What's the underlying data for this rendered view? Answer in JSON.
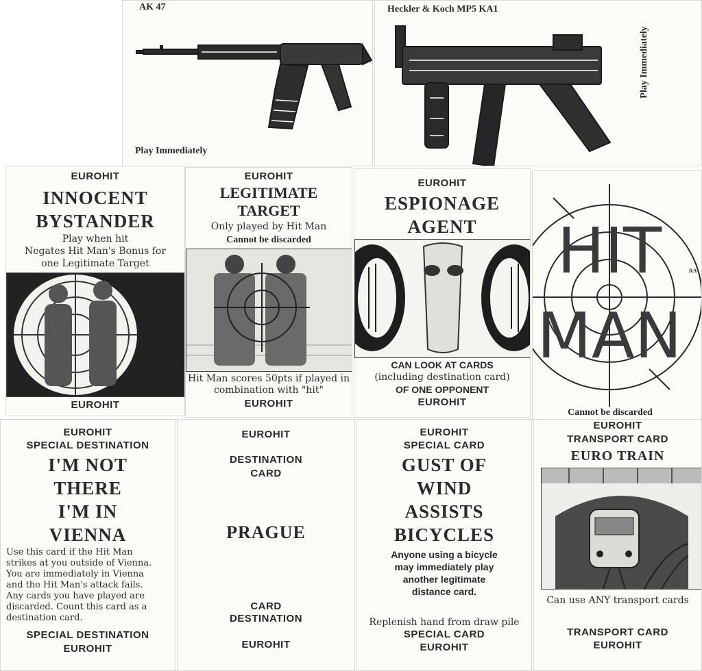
{
  "cards": {
    "ak47": {
      "name": "AK 47",
      "action": "Play Immediately",
      "image_icon": "rifle-icon"
    },
    "mp5": {
      "name": "Heckler & Koch  MP5 KA1",
      "action": "Play Immediately",
      "image_icon": "submachine-gun-icon"
    },
    "innocent": {
      "brand_top": "EUROHIT",
      "title_1": "INNOCENT",
      "title_2": "BYSTANDER",
      "desc_1": "Play when hit",
      "desc_2": "Negates Hit Man's Bonus for",
      "desc_3": "one Legitimate Target",
      "brand_bottom": "EUROHIT"
    },
    "legit": {
      "brand_top": "EUROHIT",
      "title_1": "LEGITIMATE",
      "title_2": "TARGET",
      "desc_1": "Only played by Hit Man",
      "desc_2": "Cannot be discarded",
      "foot_1": "Hit Man scores 50pts if played in",
      "foot_2": "combination with \"hit\"",
      "brand_bottom": "EUROHIT"
    },
    "espionage": {
      "brand_top": "EUROHIT",
      "title_1": "ESPIONAGE",
      "title_2": "AGENT",
      "foot_1": "CAN LOOK AT CARDS",
      "foot_2": "(including destination card)",
      "foot_3": "OF ONE OPPONENT",
      "brand_bottom": "EUROHIT"
    },
    "hitman": {
      "title_1": "HIT",
      "title_2": "MAN",
      "foot": "Cannot be discarded",
      "initials": "RA"
    },
    "vienna": {
      "brand_top": "EUROHIT",
      "subtitle": "SPECIAL DESTINATION",
      "title_1": "I'M NOT",
      "title_2": "THERE",
      "title_3": "I'M IN",
      "title_4": "VIENNA",
      "body_1": "Use this card if the Hit Man",
      "body_2": "strikes at you outside of Vienna.",
      "body_3": "You are immediately in Vienna",
      "body_4": "and the Hit Man's attack fails.",
      "body_5": "Any cards you have played are",
      "body_6": "discarded. Count this card as a",
      "body_7": "destination card.",
      "foot_1": "SPECIAL DESTINATION",
      "foot_2": "EUROHIT"
    },
    "prague": {
      "brand_top": "EUROHIT",
      "label_1": "DESTINATION",
      "label_2": "CARD",
      "city": "PRAGUE",
      "label_3": "CARD",
      "label_4": "DESTINATION",
      "brand_bottom": "EUROHIT"
    },
    "wind": {
      "brand_top": "EUROHIT",
      "subtitle": "SPECIAL CARD",
      "title_1": "GUST OF",
      "title_2": "WIND",
      "title_3": "ASSISTS",
      "title_4": "BICYCLES",
      "body_1": "Anyone using a bicycle",
      "body_2": "may immediately play",
      "body_3": "another legitimate",
      "body_4": "distance card.",
      "note": "Replenish hand from draw pile",
      "foot_1": "SPECIAL CARD",
      "foot_2": "EUROHIT"
    },
    "train": {
      "brand_top": "EUROHIT",
      "subtitle": "TRANSPORT CARD",
      "title": "EURO TRAIN",
      "body": "Can use ANY transport cards",
      "foot_1": "TRANSPORT CARD",
      "foot_2": "EUROHIT"
    }
  }
}
